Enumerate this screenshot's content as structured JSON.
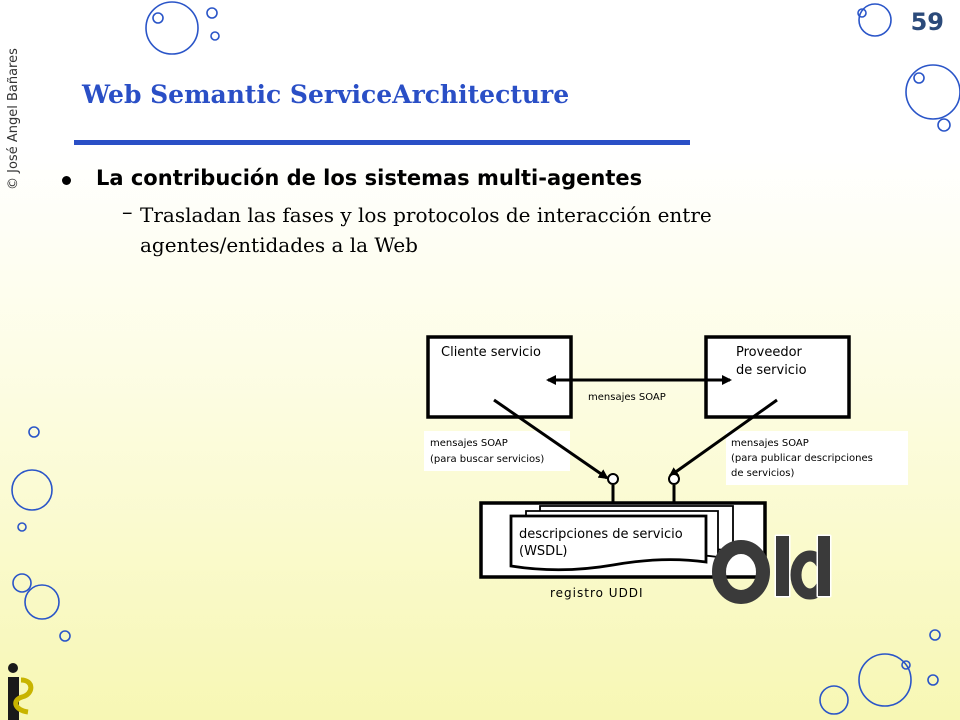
{
  "slide": {
    "copyright": "© José Angel Bañares",
    "page_number": "59",
    "title": "Web Semantic ServiceArchitecture",
    "bullet": "La contribución de los sistemas multi-agentes",
    "sub_bullet": "Trasladan las fases y los protocolos de interacción entre agentes/entidades a la Web",
    "dash": "–"
  },
  "diagram": {
    "client_label": "Cliente servicio",
    "provider_line1": "Proveedor",
    "provider_line2": "de servicio",
    "soap_messages": "mensajes SOAP",
    "find_line1": "mensajes SOAP",
    "find_line2": "(para buscar servicios)",
    "publish_line1": "mensajes SOAP",
    "publish_line2": "(para publicar descripciones",
    "publish_line3": "de servicios)",
    "wsdl_line1": "descripciones de servicio",
    "wsdl_line2": "(WSDL)",
    "registry_label": "registro UDDI"
  },
  "stamp": {
    "text": "Old"
  },
  "logo": {
    "name": "institution-logo"
  }
}
